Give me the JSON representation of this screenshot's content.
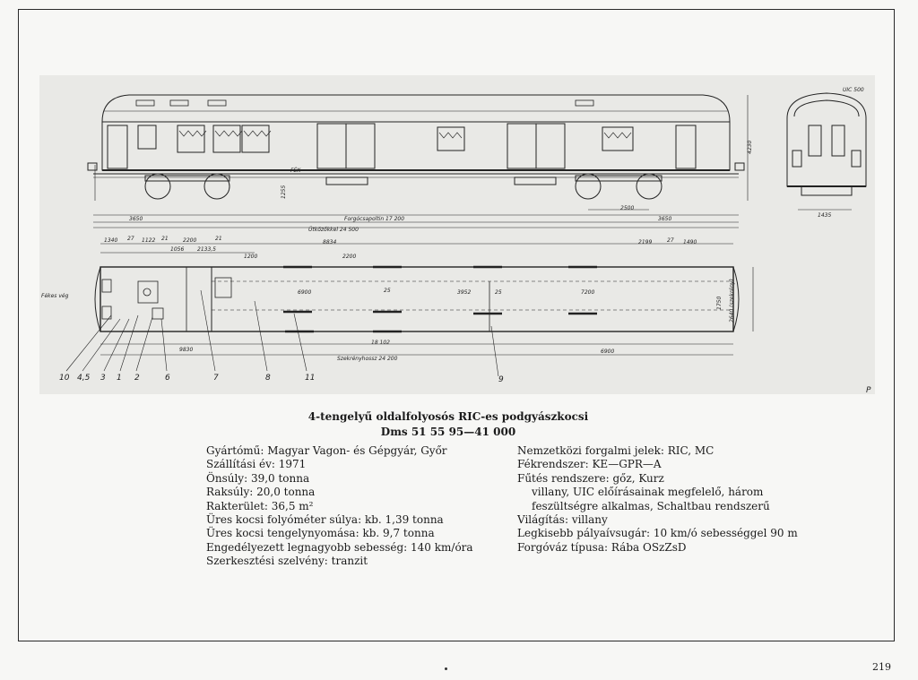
{
  "caption": {
    "title": "4-tengelyű oldalfolyosós RIC-es podgyászkocsi",
    "number": "Dms 51 55 95—41 000"
  },
  "specs_left": [
    {
      "label": "Gyártómű",
      "value": "Magyar Vagon- és Gépgyár, Győr"
    },
    {
      "label": "Szállítási év",
      "value": "1971"
    },
    {
      "label": "Önsúly",
      "value": "39,0 tonna"
    },
    {
      "label": "Raksúly",
      "value": "20,0 tonna"
    },
    {
      "label": "Rakterület",
      "value": "36,5 m²"
    },
    {
      "label": "Üres kocsi folyóméter súlya",
      "value": "kb. 1,39 tonna"
    },
    {
      "label": "Üres kocsi tengelynyomása",
      "value": "kb. 9,7 tonna"
    },
    {
      "label": "Engedélyezett legnagyobb sebesség",
      "value": "140 km/óra"
    },
    {
      "label": "Szerkesztési szelvény",
      "value": "tranzit"
    }
  ],
  "specs_right": [
    {
      "label": "Nemzetközi forgalmi jelek",
      "value": "RIC, MC"
    },
    {
      "label": "Fékrendszer",
      "value": "KE—GPR—A"
    },
    {
      "label": "Fűtés rendszere",
      "value": "gőz, Kurz"
    },
    {
      "label": "",
      "value": "villany, UIC előírásainak megfelelő, három"
    },
    {
      "label": "",
      "value": "feszültségre alkalmas, Schaltbau rendszerű"
    },
    {
      "label": "Világítás",
      "value": "villany"
    },
    {
      "label": "Legkisebb pályaívsugár",
      "value": "10 km/ó sebességgel 90 m"
    },
    {
      "label": "Forgóváz típusa",
      "value": "Rába OSzZsD"
    }
  ],
  "drawing": {
    "side_dims": {
      "bogie_spacing": "Forgócsapoltin 17 200",
      "buffer_length": "Ütközőkkel 24 500",
      "overhang": "3650",
      "wheelbase": "2500",
      "height": "4230",
      "end_height": "1255",
      "fek": "FÉK"
    },
    "plan_dims": {
      "d1340": "1340",
      "d27a": "27",
      "d1122": "1122",
      "d21a": "21",
      "d2200a": "2200",
      "d21b": "21",
      "d1056": "1056",
      "d2133": "2133,5",
      "d1200": "1200",
      "d2200b": "2200",
      "d8834": "8834",
      "d2199": "2199",
      "d27b": "27",
      "d1490": "1490",
      "d6900a": "6900",
      "d3952": "3952",
      "d7200": "7200",
      "d6900b": "6900",
      "d9830": "9830",
      "d18102": "18 102",
      "d24200": "Szekrényhossz 24 200",
      "d1750": "1750",
      "d2640": "2640 (szekrény)",
      "d25a": "25",
      "d25b": "25",
      "fekes": "Fékes vég"
    },
    "end_view": {
      "label": "UIC 500",
      "width": "1435"
    },
    "callouts": [
      "10",
      "4,5",
      "3",
      "1",
      "2",
      "6",
      "7",
      "8",
      "11",
      "9"
    ],
    "corner_mark": "P"
  },
  "page_number": "219"
}
